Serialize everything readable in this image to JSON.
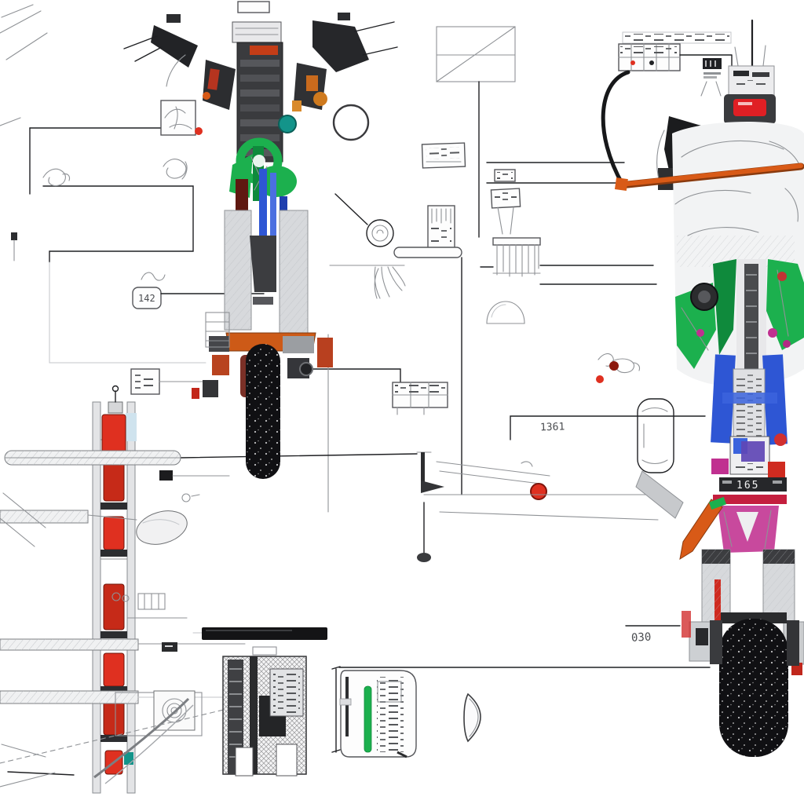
{
  "meta": {
    "kind": "technical-diagram",
    "subject": "motorcycle front-view exploded schematic, two views with callouts",
    "background": "#ffffff"
  },
  "palette": {
    "ink": "#1f2023",
    "pencil": "#8f9296",
    "pencil_light": "#c3c6ca",
    "green": "#1cb04e",
    "green_dark": "#0f8a3c",
    "blue": "#2e56d4",
    "blue_dark": "#1f3fae",
    "orange": "#d85a17",
    "red": "#df3020",
    "red_dark": "#8c1a0e",
    "crimson": "#c41f3e",
    "magenta": "#c03090",
    "purple": "#5f46b5",
    "teal": "#13948a",
    "amber": "#c8941f",
    "tire": "#101013",
    "steel": "#4a4d52"
  },
  "annotations": {
    "part_number_band": {
      "text": "165"
    },
    "dimension_note": {
      "text": "030"
    },
    "left_callout_tag": {
      "text": "142"
    },
    "frame_ref_tag": {
      "text": "1361"
    }
  },
  "components": {
    "left": "motorcycle-front-view-left",
    "right": "motorcycle-front-view-right",
    "column": "shock-absorber-column",
    "engine": "engine-detail-block",
    "panel": "spec-panel-with-green-bar",
    "lens": "headlamp-lens-profile",
    "table": "parts-reference-table"
  }
}
